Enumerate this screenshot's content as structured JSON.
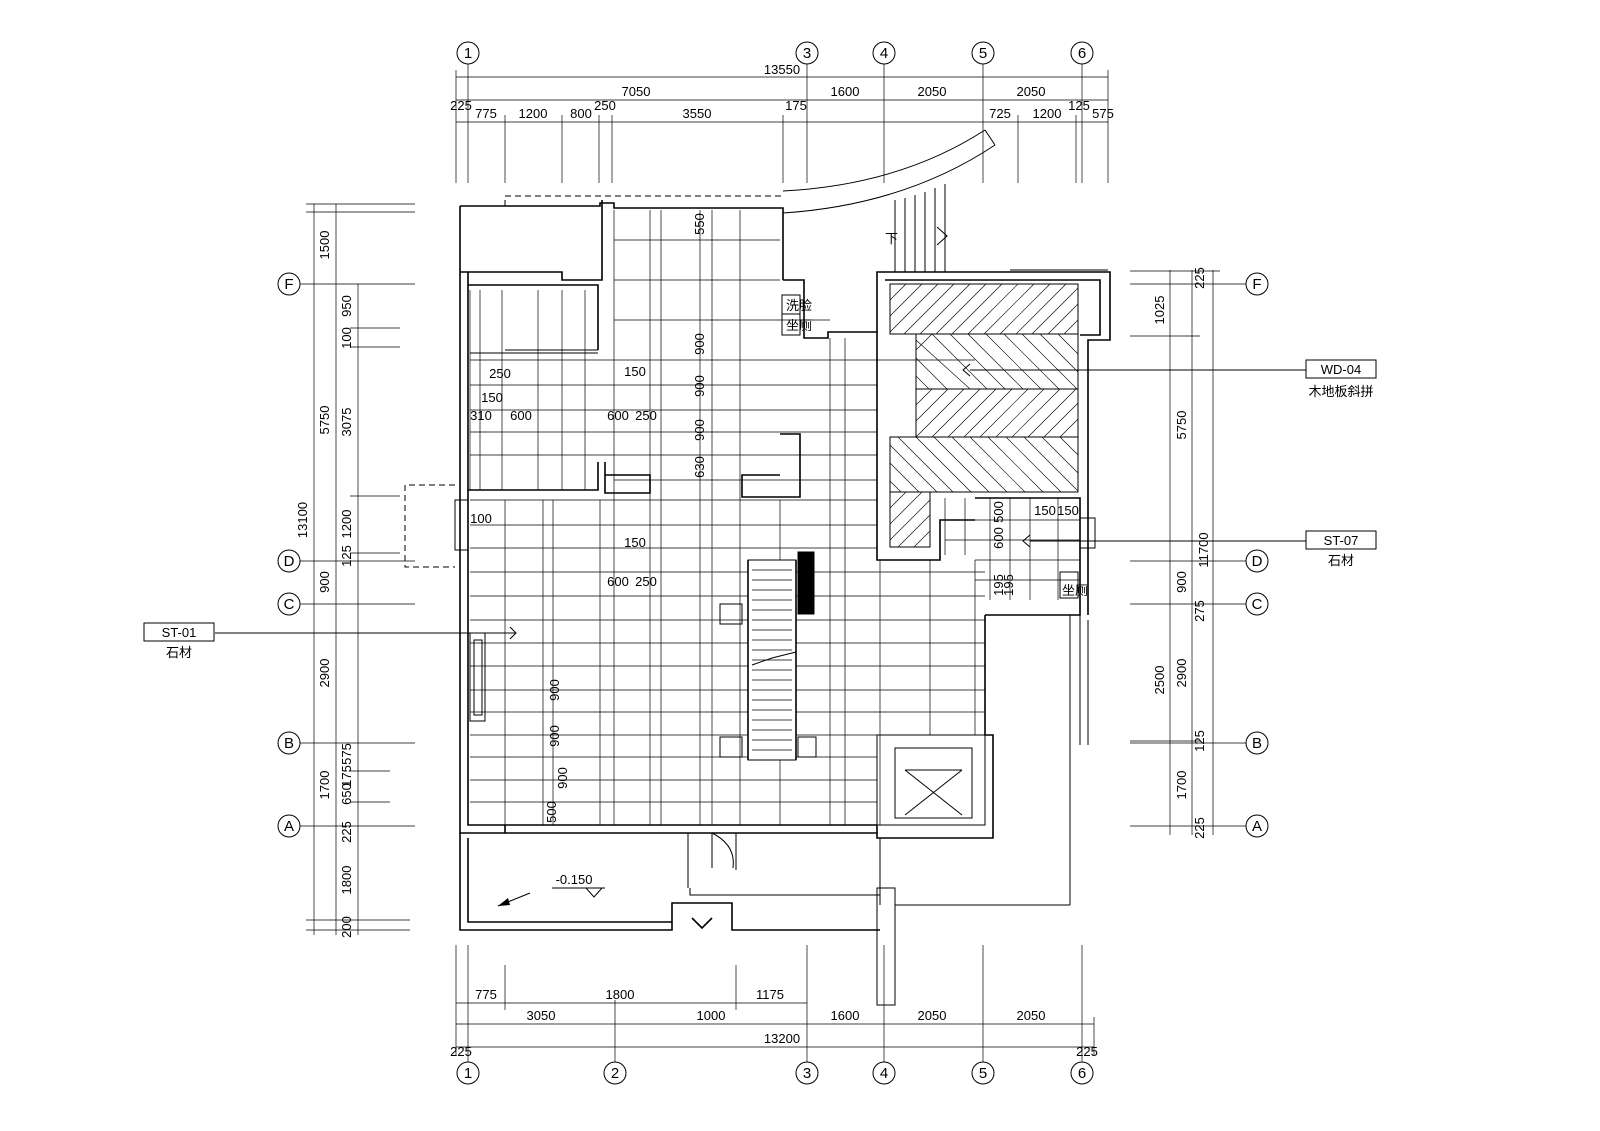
{
  "drawing": {
    "grid_axes": {
      "top": [
        "1",
        "3",
        "4",
        "5",
        "6"
      ],
      "bottom": [
        "1",
        "2",
        "3",
        "4",
        "5",
        "6"
      ],
      "left": [
        "F",
        "D",
        "C",
        "B",
        "A"
      ],
      "right": [
        "F",
        "D",
        "C",
        "B",
        "A"
      ]
    },
    "top_dims": {
      "overall": "13550",
      "tier2": [
        "7050",
        "1600",
        "2050",
        "2050"
      ],
      "tier3": [
        "225",
        "775",
        "1200",
        "800",
        "250",
        "3550",
        "175",
        "725",
        "1200",
        "125",
        "575"
      ]
    },
    "bottom_dims": {
      "overall": "13200",
      "tier2": [
        "3050",
        "1000",
        "1600",
        "2050",
        "2050"
      ],
      "tier1": [
        "775",
        "1800",
        "1175"
      ],
      "ends": [
        "225",
        "225"
      ]
    },
    "left_dims": {
      "overall": "13100",
      "tier2": [
        "1500",
        "5750",
        "900",
        "2900",
        "1700",
        "1800",
        "200"
      ],
      "tier3": [
        "950",
        "100",
        "3075",
        "1200",
        "125",
        "575",
        "175",
        "650",
        "225"
      ]
    },
    "right_dims": {
      "overall": "11700",
      "tier2": [
        "5750",
        "900",
        "2900",
        "1700"
      ],
      "tier3": [
        "225",
        "1025",
        "275",
        "2500",
        "125",
        "225"
      ]
    },
    "inner_dims": [
      "550",
      "900",
      "900",
      "900",
      "630",
      "250",
      "150",
      "310",
      "600",
      "150",
      "600",
      "250",
      "100",
      "150",
      "600",
      "250",
      "900",
      "900",
      "900",
      "500",
      "150",
      "150",
      "500",
      "600",
      "195",
      "195"
    ],
    "callouts": [
      {
        "code": "WD-04",
        "label": "木地板斜拼"
      },
      {
        "code": "ST-07",
        "label": "石材"
      },
      {
        "code": "ST-01",
        "label": "石材"
      }
    ],
    "level_mark": "-0.150",
    "stair_label": "下",
    "room_tags": [
      "洗脸",
      "坐厕",
      "坐厕"
    ]
  }
}
